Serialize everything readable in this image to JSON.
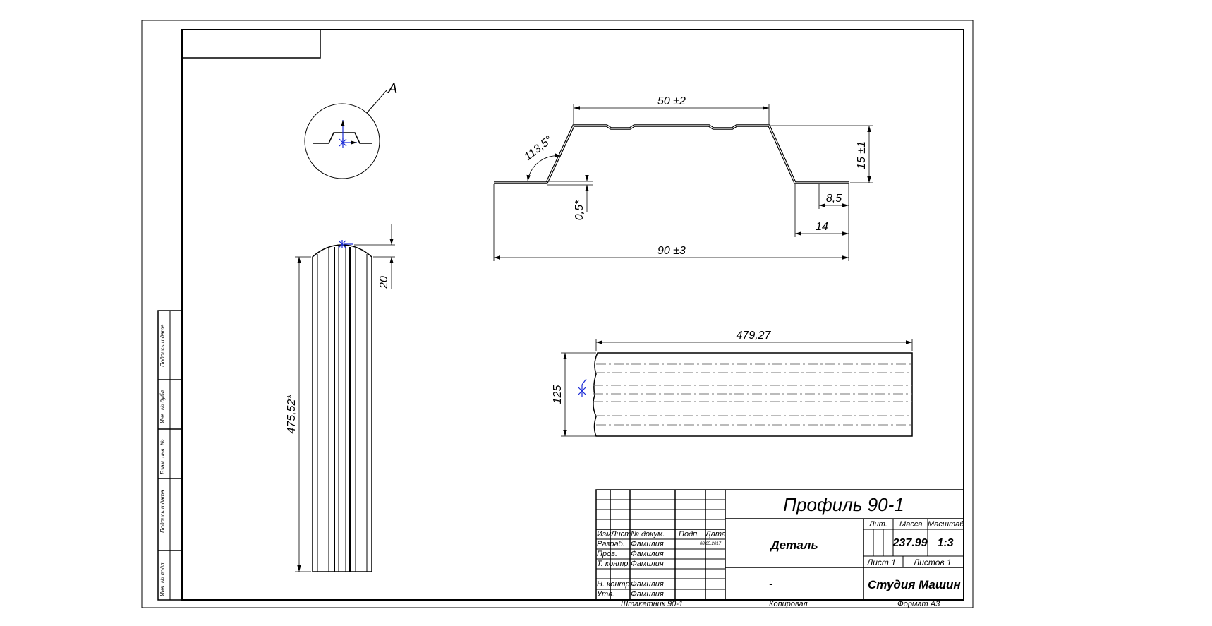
{
  "view_label": "A",
  "profile": {
    "top_width": "50 ±2",
    "height": "15 ±1",
    "angle": "113,5°",
    "thickness": "0,5*",
    "flange_inner": "8,5",
    "flange_outer": "14",
    "total_width": "90 ±3"
  },
  "side_view": {
    "length": "475,52*",
    "tip": "20"
  },
  "flat_view": {
    "length": "479,27",
    "width": "125"
  },
  "side_stamp": [
    "Подпись и дата",
    "Инв. № дубл",
    "Взам. инв. №",
    "Подпись и дата",
    "Инв. № подл"
  ],
  "title_block": {
    "title": "Профиль 90-1",
    "part_type": "Деталь",
    "material": "-",
    "lit_label": "Лит.",
    "mass_label": "Масса",
    "scale_label": "Масштаб",
    "mass": "237.99",
    "scale": "1:3",
    "sheet": "Лист 1",
    "sheets": "Листов 1",
    "company": "Студия Машин",
    "col_headers": [
      "Изм.",
      "Лист",
      "№ докум.",
      "Подп.",
      "Дата"
    ],
    "rows": [
      {
        "role": "Разраб.",
        "name": "Фамилия",
        "date": "08.05.2017"
      },
      {
        "role": "Пров.",
        "name": "Фамилия",
        "date": ""
      },
      {
        "role": "Т. контр.",
        "name": "Фамилия",
        "date": ""
      },
      {
        "role": "Н. контр.",
        "name": "Фамилия",
        "date": ""
      },
      {
        "role": "Утв.",
        "name": "Фамилия",
        "date": ""
      }
    ],
    "footer_left": "Штакетник 90-1",
    "footer_mid": "Копировал",
    "footer_right": "Формат А3"
  }
}
